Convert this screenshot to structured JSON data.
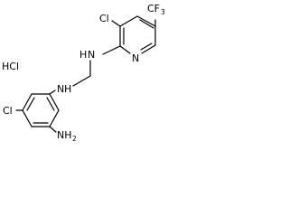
{
  "molecule": {
    "salt": "HCl",
    "upper_ring": {
      "chloro": "Cl",
      "ring_nitrogen": "N",
      "trifluoromethyl": "CF",
      "trifluoromethyl_subscript": "3"
    },
    "linker": {
      "upper_amine": "N",
      "upper_amine_h": "H",
      "lower_amine": "N",
      "lower_amine_h": "H"
    },
    "lower_ring": {
      "chloro": "Cl",
      "amino": "NH",
      "amino_subscript": "2"
    }
  }
}
